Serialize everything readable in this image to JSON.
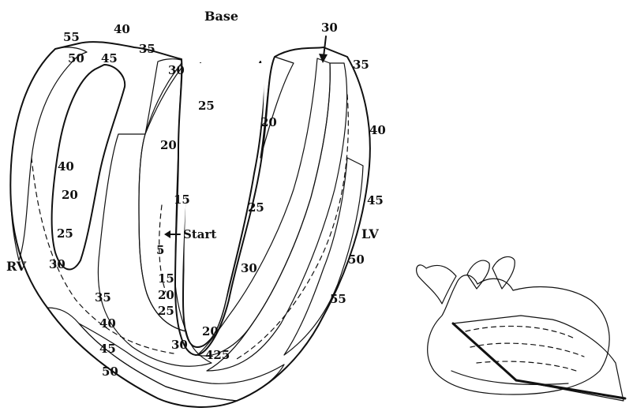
{
  "labels": {
    "base": "Base",
    "rv": "RV",
    "lv": "LV",
    "start": "Start",
    "arrow_top": "30"
  },
  "isochrones": [
    {
      "id": "t55a",
      "text": "55"
    },
    {
      "id": "t40a",
      "text": "40"
    },
    {
      "id": "t50a",
      "text": "50"
    },
    {
      "id": "t45a",
      "text": "45"
    },
    {
      "id": "t35a",
      "text": "35"
    },
    {
      "id": "t30a",
      "text": "30"
    },
    {
      "id": "t25a",
      "text": "25"
    },
    {
      "id": "t20a",
      "text": "20"
    },
    {
      "id": "t40b",
      "text": "40"
    },
    {
      "id": "t20b",
      "text": "20"
    },
    {
      "id": "t15a",
      "text": "15"
    },
    {
      "id": "t25b",
      "text": "25"
    },
    {
      "id": "t5",
      "text": "5"
    },
    {
      "id": "t30b",
      "text": "30"
    },
    {
      "id": "t15b",
      "text": "15"
    },
    {
      "id": "t20c",
      "text": "20"
    },
    {
      "id": "t25c",
      "text": "25"
    },
    {
      "id": "t35b",
      "text": "35"
    },
    {
      "id": "t40c",
      "text": "40"
    },
    {
      "id": "t45b",
      "text": "45"
    },
    {
      "id": "t50b",
      "text": "50"
    },
    {
      "id": "t30c",
      "text": "30"
    },
    {
      "id": "t20d",
      "text": "20"
    },
    {
      "id": "t425",
      "text": "425"
    },
    {
      "id": "t30d",
      "text": "30"
    },
    {
      "id": "t20e",
      "text": "20"
    },
    {
      "id": "t25d",
      "text": "25"
    },
    {
      "id": "t35c",
      "text": "35"
    },
    {
      "id": "t40d",
      "text": "40"
    },
    {
      "id": "t45c",
      "text": "45"
    },
    {
      "id": "t50c",
      "text": "50"
    },
    {
      "id": "t55b",
      "text": "55"
    }
  ]
}
